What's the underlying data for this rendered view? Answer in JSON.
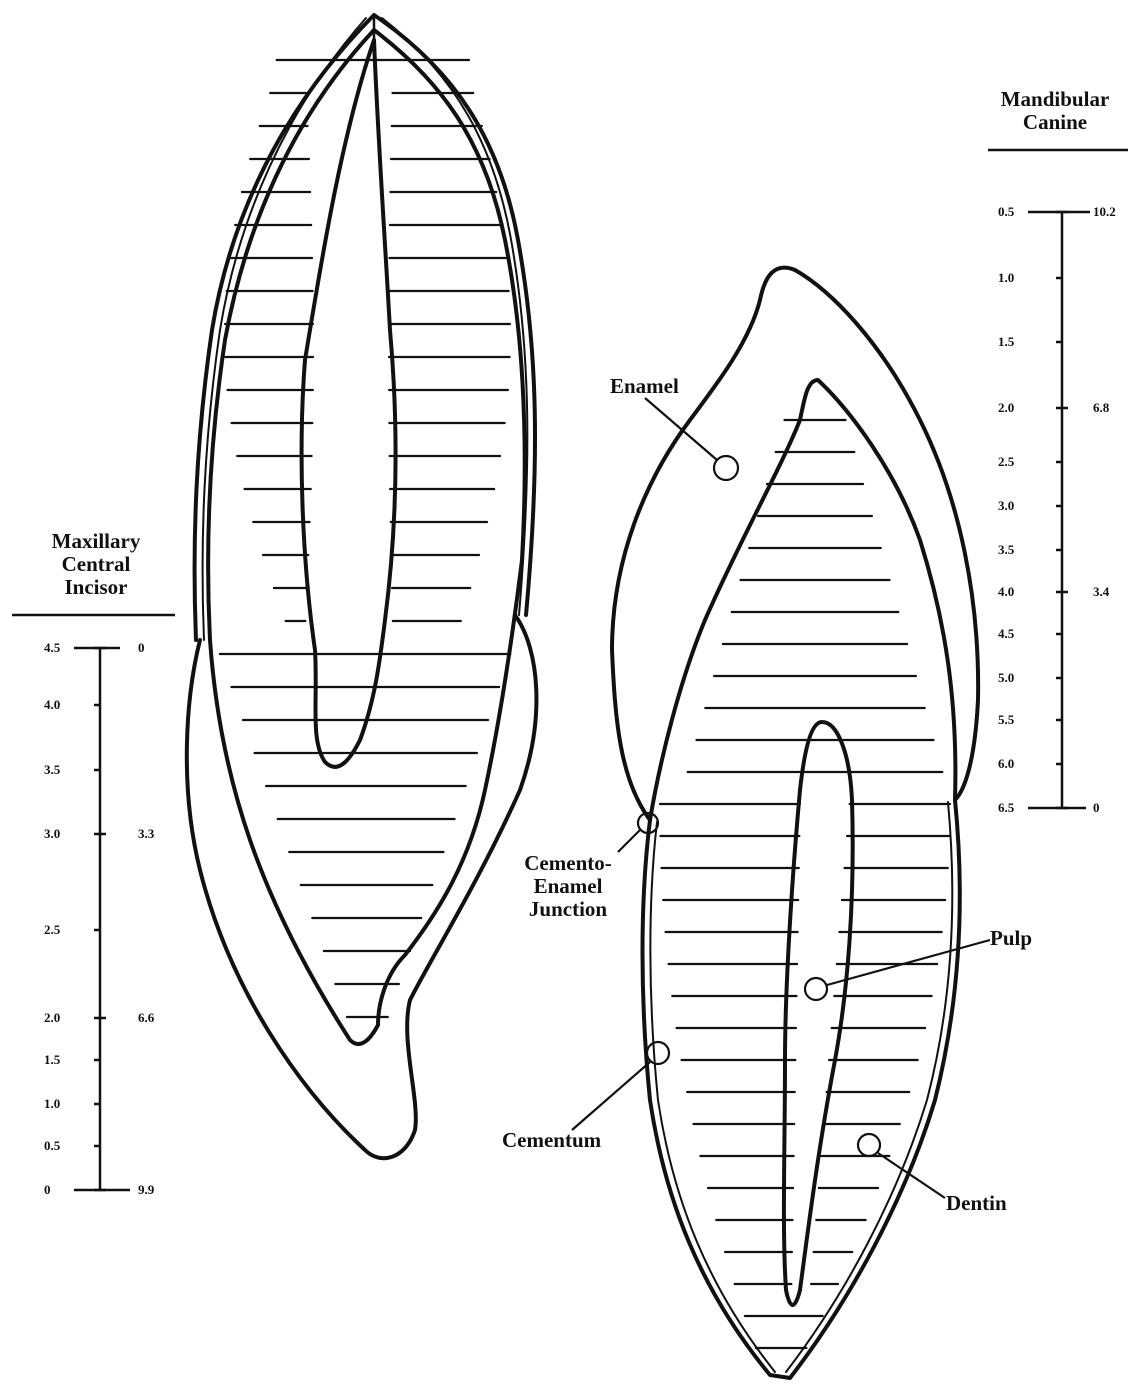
{
  "labels": {
    "enamel": "Enamel",
    "cej": [
      "Cemento-",
      "Enamel",
      "Junction"
    ],
    "pulp": "Pulp",
    "cementum": "Cementum",
    "dentin": "Dentin"
  },
  "scales": {
    "maxillary": {
      "title": [
        "Maxillary",
        "Central",
        "Incisor"
      ],
      "left_ticks": [
        "4.5",
        "4.0",
        "3.5",
        "3.0",
        "2.5",
        "2.0",
        "1.5",
        "1.0",
        "0.5",
        "0"
      ],
      "right_ticks": [
        "0",
        "3.3",
        "6.6",
        "9.9"
      ]
    },
    "mandibular": {
      "title": [
        "Mandibular",
        "Canine"
      ],
      "left_ticks": [
        "0.5",
        "1.0",
        "1.5",
        "2.0",
        "2.5",
        "3.0",
        "3.5",
        "4.0",
        "4.5",
        "5.0",
        "5.5",
        "6.0",
        "6.5"
      ],
      "right_ticks": [
        "10.2",
        "6.8",
        "3.4",
        "0"
      ]
    }
  },
  "colors": {
    "ink": "#111111",
    "background": "#ffffff"
  }
}
